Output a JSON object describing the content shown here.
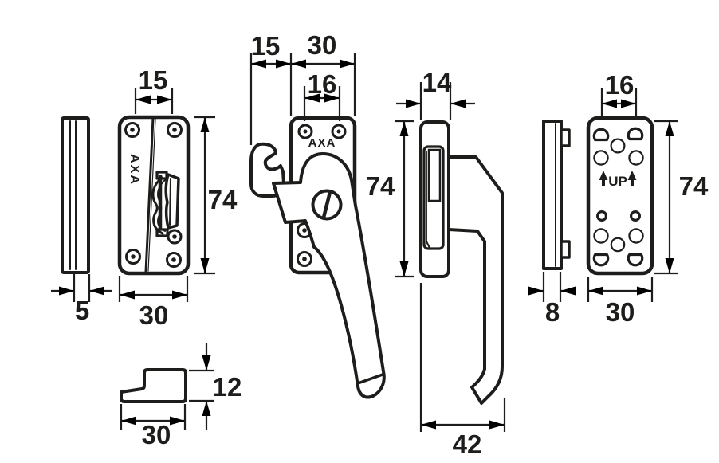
{
  "drawing": {
    "product": "AXA window fastener technical drawing",
    "line_color": "#1d1d1b",
    "background": "#ffffff",
    "views": {
      "striker_side": {
        "width_mm": "5"
      },
      "striker_front": {
        "brand": "AXA",
        "slot_offset_mm": "15",
        "height_mm": "74",
        "width_mm": "30"
      },
      "handle_front": {
        "brand": "AXA",
        "hook_offset_mm": "15",
        "base_width_mm": "30",
        "hole_spacing_mm": "16"
      },
      "handle_side": {
        "depth_mm": "14",
        "height_mm": "74",
        "reach_mm": "42"
      },
      "mount_side": {
        "width_mm": "8"
      },
      "mount_front": {
        "marking": "UP",
        "hole_spacing_mm": "16",
        "height_mm": "74",
        "width_mm": "30"
      },
      "wedge": {
        "height_mm": "12",
        "width_mm": "30"
      }
    }
  }
}
